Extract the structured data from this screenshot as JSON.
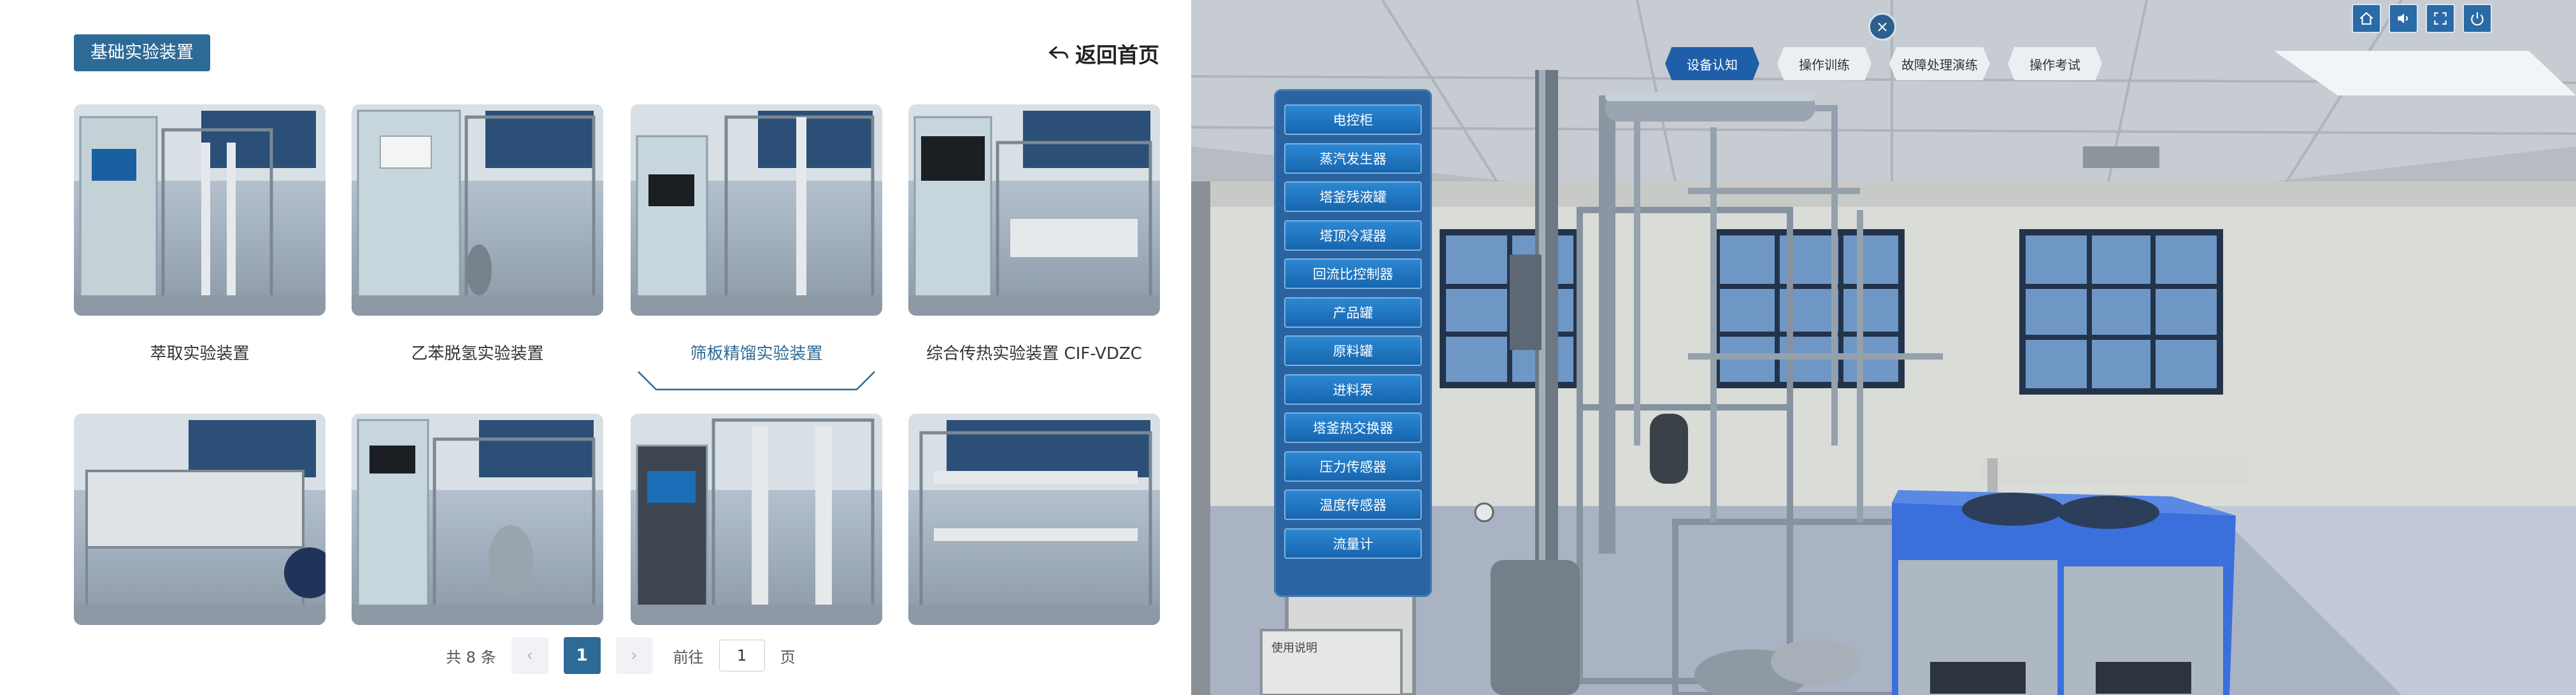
{
  "left_panel": {
    "category_badge": "基础实验装置",
    "back_link": "返回首页",
    "cards": [
      {
        "label": "萃取实验装置",
        "active": false
      },
      {
        "label": "乙苯脱氢实验装置",
        "active": false
      },
      {
        "label": "筛板精馏实验装置",
        "active": true
      },
      {
        "label": "综合传热实验装置 CIF-VDZC",
        "active": false
      },
      {
        "label": "",
        "active": false
      },
      {
        "label": "",
        "active": false
      },
      {
        "label": "",
        "active": false
      },
      {
        "label": "",
        "active": false
      }
    ],
    "pagination": {
      "total_prefix": "共",
      "total_count": "8",
      "total_suffix": "条",
      "prev": "‹",
      "current_page": "1",
      "next": "›",
      "goto_prefix": "前往",
      "goto_value": "1",
      "goto_suffix": "页"
    }
  },
  "scene": {
    "close_label": "×",
    "top_icons": [
      "home-icon",
      "sound-icon",
      "fullscreen-icon",
      "power-icon"
    ],
    "mode_tabs": [
      {
        "label": "设备认知",
        "active": true
      },
      {
        "label": "操作训练",
        "active": false
      },
      {
        "label": "故障处理演练",
        "active": false
      },
      {
        "label": "操作考试",
        "active": false
      }
    ],
    "device_menu": [
      "电控柜",
      "蒸汽发生器",
      "塔釜残液罐",
      "塔顶冷凝器",
      "回流比控制器",
      "产品罐",
      "原料罐",
      "进料泵",
      "塔釜热交换器",
      "压力传感器",
      "温度传感器",
      "流量计"
    ],
    "sign_text": "使用说明"
  },
  "colors": {
    "primary": "#2d6a96",
    "tab_active": "#1f5fa9",
    "menu_bg": "#2a63a0",
    "menu_item": "#1f76c0"
  }
}
